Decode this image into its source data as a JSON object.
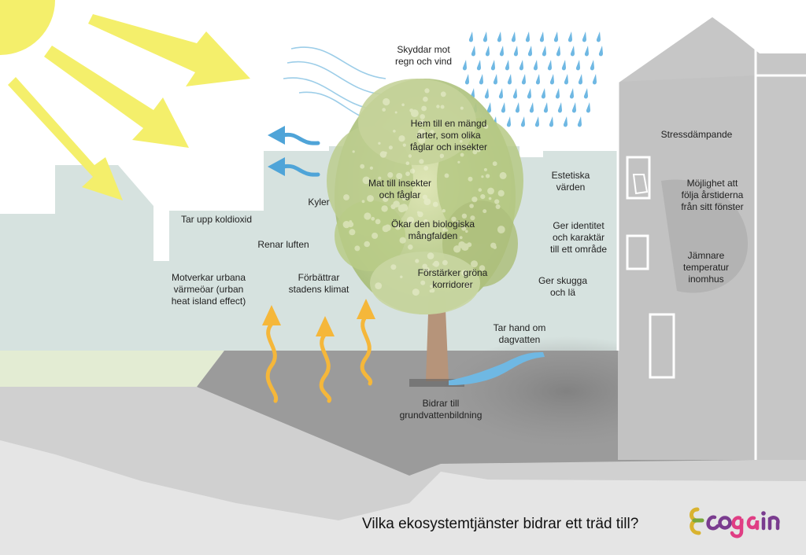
{
  "title": "Vilka ekosystemtjänster bidrar ett träd till?",
  "logo_text": "Ecogain",
  "labels": {
    "protects_rain_wind": "Skyddar mot\nregn och vind",
    "home_species": "Hem till en mängd\narter, som olika\nfåglar och insekter",
    "food_insects_birds": "Mat till insekter\noch fåglar",
    "biodiversity": "Ökar den biologiska\nmångfalden",
    "green_corridors": "Förstärker gröna\nkorridorer",
    "cools": "Kyler",
    "co2": "Tar upp koldioxid",
    "cleans_air": "Renar luften",
    "heat_island": "Motverkar urbana\nvärmeöar (urban\nheat island effect)",
    "climate": "Förbättrar\nstadens klimat",
    "aesthetic": "Estetiska\nvärden",
    "identity": "Ger identitet\noch karaktär\ntill ett område",
    "shade": "Ger skugga\noch lä",
    "stormwater": "Tar hand om\ndagvatten",
    "groundwater": "Bidrar till\ngrundvattenbildning",
    "stress": "Stressdämpande",
    "seasons": "Möjlighet att\nfölja årstiderna\nfrån sitt fönster",
    "indoor_temp": "Jämnare\ntemperatur\ninomhus"
  },
  "colors": {
    "sun": "#f4ef6b",
    "sky_buildings": "#d6e2df",
    "ground": "#9a9a9a",
    "road": "#c8c8c8",
    "house": "#c4c4c4",
    "heat_arrows": "#f5b73a",
    "wind_arrows": "#4fa4d8",
    "rain": "#6fb8e3",
    "trunk": "#b6947a",
    "foliage": "#b9c98a"
  }
}
